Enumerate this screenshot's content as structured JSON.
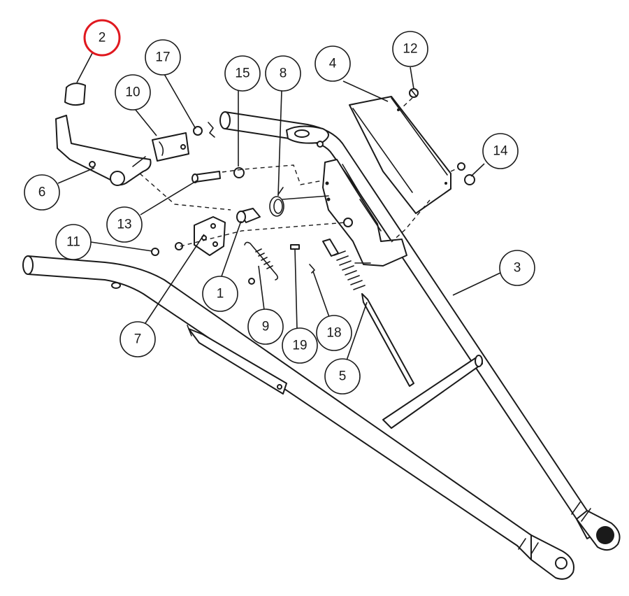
{
  "highlight_color": "#e0181f",
  "line_color": "#1a1a1a",
  "callouts": [
    {
      "id": "c2",
      "label": "2",
      "highlighted": true
    },
    {
      "id": "c17",
      "label": "17"
    },
    {
      "id": "c10",
      "label": "10"
    },
    {
      "id": "c15",
      "label": "15"
    },
    {
      "id": "c8",
      "label": "8"
    },
    {
      "id": "c4",
      "label": "4"
    },
    {
      "id": "c12",
      "label": "12"
    },
    {
      "id": "c14",
      "label": "14"
    },
    {
      "id": "c6",
      "label": "6"
    },
    {
      "id": "c13",
      "label": "13"
    },
    {
      "id": "c11",
      "label": "11"
    },
    {
      "id": "c1",
      "label": "1"
    },
    {
      "id": "c3",
      "label": "3"
    },
    {
      "id": "c7",
      "label": "7"
    },
    {
      "id": "c9",
      "label": "9"
    },
    {
      "id": "c19",
      "label": "19"
    },
    {
      "id": "c18",
      "label": "18"
    },
    {
      "id": "c5",
      "label": "5"
    }
  ]
}
